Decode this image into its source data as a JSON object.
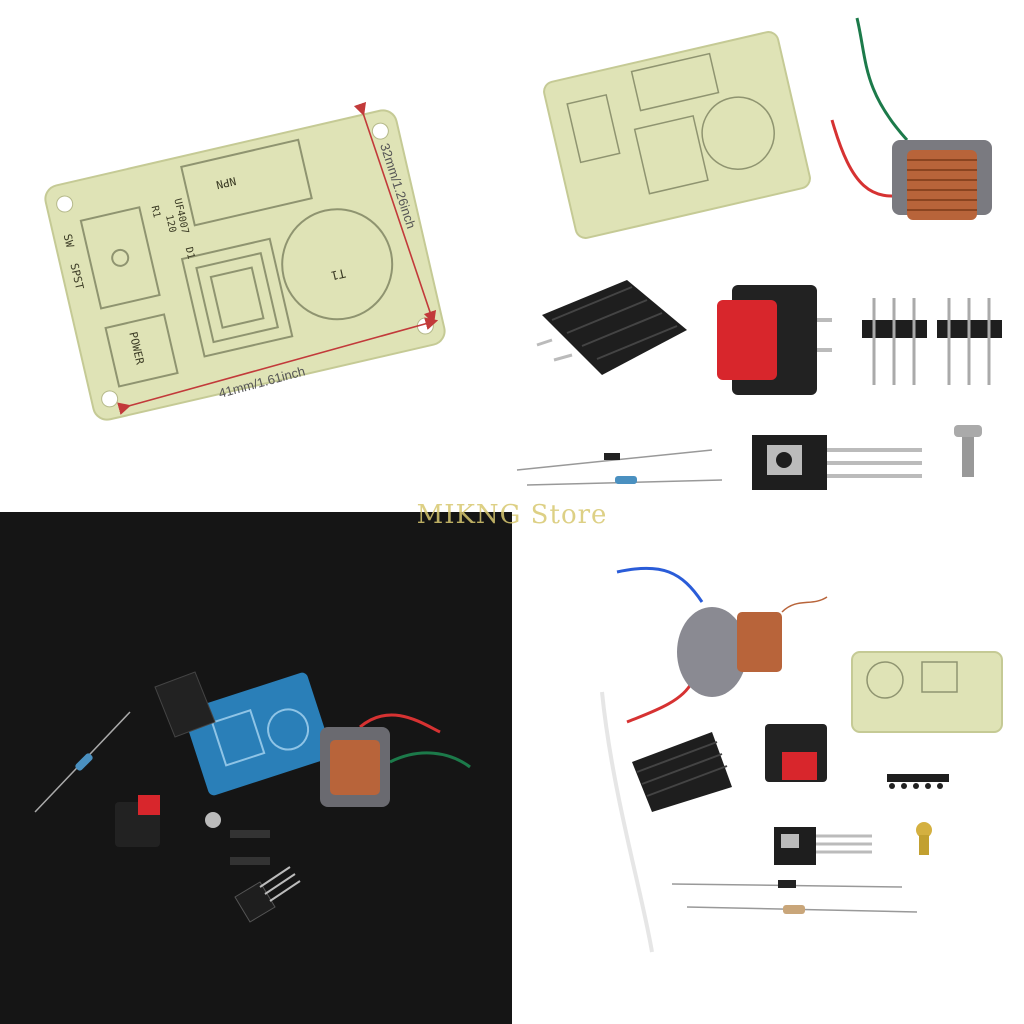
{
  "watermark": "MIKNG Store",
  "dimensions": {
    "height_label": "32mm/1.26inch",
    "width_label": "41mm/1.61inch"
  },
  "pcb_silkscreen": {
    "switch": "SPST",
    "switch_ref": "SW",
    "transistor": "NPN",
    "resistor": "R1",
    "resistor_value": "120",
    "diode_part": "UF4007",
    "diode_ref": "D1",
    "coil": "T1",
    "power": "POWER"
  },
  "colors": {
    "pcb_green": "#dfe3b6",
    "pcb_blue": "#2a7fb8",
    "dim_arrow": "#c23a3a",
    "switch_red": "#d8262c",
    "copper": "#b8643a",
    "heatsink": "#1e1e1e",
    "dark_background": "#151515"
  }
}
